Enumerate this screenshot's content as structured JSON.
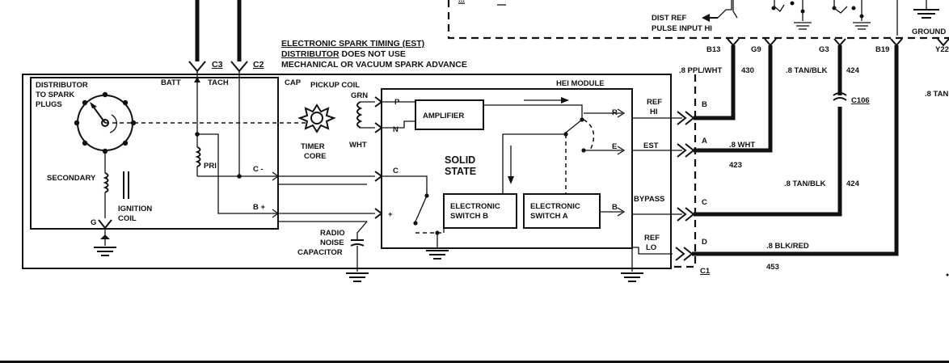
{
  "note": {
    "line1": "ELECTRONIC SPARK TIMING (EST)",
    "line2_underlined": "DISTRIBUTOR",
    "line2_rest": " DOES NOT USE",
    "line3": "MECHANICAL OR VACUUM SPARK ADVANCE"
  },
  "distributor": {
    "title_line1": "DISTRIBUTOR",
    "title_line2": "TO SPARK",
    "title_line3": "PLUGS",
    "batt": "BATT",
    "tach": "TACH",
    "c3": "C3",
    "c2": "C2",
    "cap": "CAP",
    "pri": "PRI",
    "secondary": "SECONDARY",
    "coil_line1": "IGNITION",
    "coil_line2": "COIL",
    "g": "G",
    "c_minus": "C -",
    "b_plus": "B +"
  },
  "pickup": {
    "label": "PICKUP COIL",
    "grn": "GRN",
    "wht": "WHT",
    "core_line1": "TIMER",
    "core_line2": "CORE"
  },
  "hei": {
    "title": "HEI MODULE",
    "p": "P",
    "n": "N",
    "amplifier": "AMPLIFIER",
    "solid_line1": "SOLID",
    "solid_line2": "STATE",
    "switch_b_line1": "ELECTRONIC",
    "switch_b_line2": "SWITCH B",
    "switch_a_line1": "ELECTRONIC",
    "switch_a_line2": "SWITCH A",
    "r": "R",
    "e": "E",
    "b": "B",
    "c": "C",
    "plus": "+"
  },
  "outputs": {
    "ref_hi_line1": "REF",
    "ref_hi_line2": "HI",
    "est": "EST",
    "bypass": "BYPASS",
    "ref_lo_line1": "REF",
    "ref_lo_line2": "LO"
  },
  "capacitor": {
    "line1": "RADIO",
    "line2": "NOISE",
    "line3": "CAPACITOR"
  },
  "connector": {
    "b": "B",
    "a": "A",
    "c": "C",
    "d": "D",
    "c1": "C1",
    "c106": "C106"
  },
  "wires": {
    "ppl_wht": ".8 PPL/WHT",
    "ppl_wht_circuit": "430",
    "wht": ".8 WHT",
    "wht_circuit": "423",
    "tan_blk_top": ".8 TAN/BLK",
    "tan_blk_top_circuit": "424",
    "tan_blk_mid": ".8 TAN/BLK",
    "tan_blk_mid_circuit": "424",
    "blk_red": ".8 BLK/RED",
    "blk_red_circuit": "453",
    "tan_right": ".8 TAN"
  },
  "ecm": {
    "dist_ref_line1": "DIST REF",
    "dist_ref_line2": "PULSE INPUT HI",
    "pin_b13": "B13",
    "pin_g9": "G9",
    "pin_g3": "G3",
    "pin_b19": "B19",
    "pin_y22": "Y22",
    "ground": "GROUND",
    "partial_label": "..."
  }
}
